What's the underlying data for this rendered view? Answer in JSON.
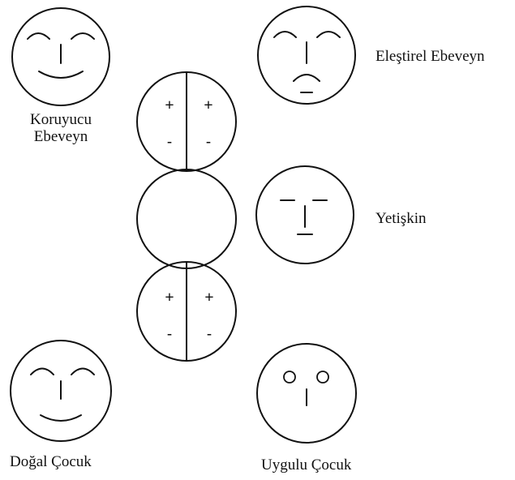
{
  "labels": {
    "koruyucu_line1": "Koruyucu",
    "koruyucu_line2": "Ebeveyn",
    "elestirel": "Eleştirel Ebeveyn",
    "yetiskin": "Yetişkin",
    "dogal_cocuk": "Doğal Çocuk",
    "uygulu_cocuk": "Uygulu Çocuk"
  },
  "signs": {
    "plus": "+",
    "minus": "-"
  }
}
